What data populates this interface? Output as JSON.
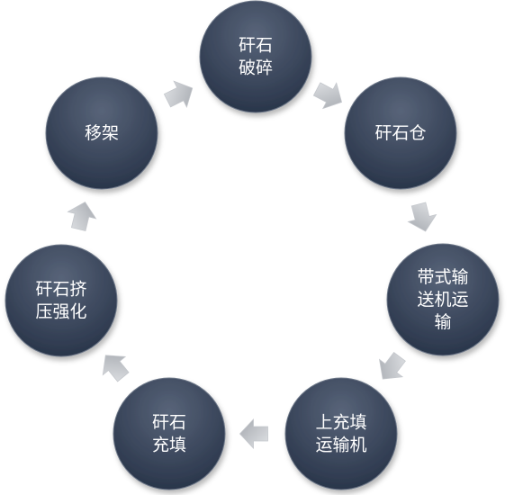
{
  "diagram": {
    "nodes": [
      {
        "id": "crushing",
        "lines": [
          "矸石",
          "破碎"
        ]
      },
      {
        "id": "bin",
        "lines": [
          "矸石仓"
        ]
      },
      {
        "id": "belt",
        "lines": [
          "带式输",
          "送机运",
          "输"
        ]
      },
      {
        "id": "loader",
        "lines": [
          "上充填",
          "运输机"
        ]
      },
      {
        "id": "filling",
        "lines": [
          "矸石",
          "充填"
        ]
      },
      {
        "id": "compaction",
        "lines": [
          "矸石挤",
          "压强化"
        ]
      },
      {
        "id": "support",
        "lines": [
          "移架"
        ]
      }
    ],
    "colors": {
      "node_fill_light": "#586479",
      "node_fill_dark": "#263247",
      "arrow_light": "#e1e3e6",
      "arrow_dark": "#a4a8ae",
      "text": "#ffffff"
    },
    "icon": "circular-arrow-icon"
  }
}
